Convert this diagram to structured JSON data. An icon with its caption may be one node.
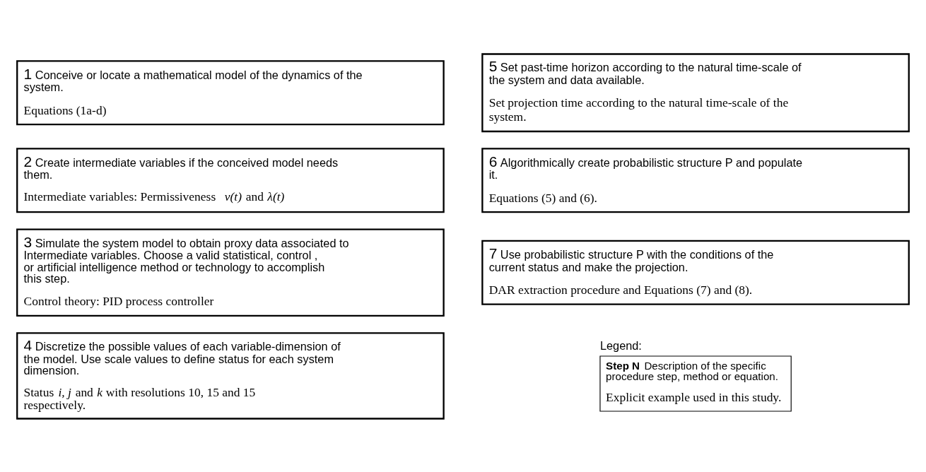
{
  "diagram": {
    "nodes": [
      {
        "text": [
          "1 Conceive or locate a mathematical model of the dynamics of the system.",
          "Equations (1a-d)"
        ]
      },
      {
        "text": [
          "2 Create intermediate variables if the conceived model needs them.",
          "Intermediate variables: Permissiveness *v(t)* and *λ(t)*"
        ]
      },
      {
        "text": [
          "3 Simulate the system model to obtain proxy data associated to Intermediate variables. Choose a valid statistical, control , or artificial intelligence method or technology to accomplish this step.",
          "Control theory: PID process controller"
        ]
      },
      {
        "text": [
          "4 Discretize the possible values of each variable-dimension of the model. Use scale values to define status for each system dimension.",
          "Status *i, j* and *k* with resolutions 10, 15 and 15 respectively."
        ]
      },
      {
        "text": [
          "5 Set past-time horizon according to the natural time-scale of the system and data available.",
          "Set projection time according to the natural time-scale of the system."
        ]
      },
      {
        "text": [
          "6 Algorithmically create probabilistic structure P and populate it.",
          "Equations (5) and (6)."
        ]
      },
      {
        "text": [
          "7 Use probabilistic structure P with the conditions of the current status and make the projection.",
          "DAR extraction procedure and Equations (7) and (8)."
        ]
      },
      {
        "text": [
          "Legend:",
          "**Step N** Description of the specific procedure step, method or equation.",
          "Explicit example used in this study."
        ]
      }
    ],
    "edges": []
  }
}
